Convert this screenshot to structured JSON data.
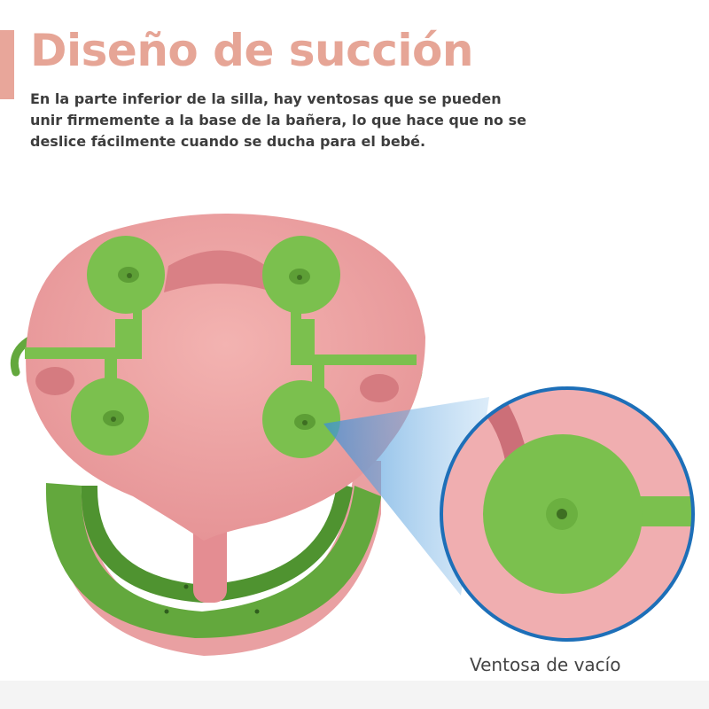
{
  "header": {
    "title": "Diseño de succión",
    "description": "En la parte inferior de la silla, hay ventosas que se pueden unir firmemente a la base de la bañera, lo que hace que no se deslice fácilmente cuando se ducha para el bebé."
  },
  "callout": {
    "caption": "Ventosa de vacío"
  },
  "colors": {
    "title": "#e6a596",
    "text": "#3d3d3d",
    "seat_pink": "#eda3a3",
    "suction_green": "#7bc04e",
    "frame_green": "#5ea63a",
    "callout_ring": "#1d6fb8"
  }
}
